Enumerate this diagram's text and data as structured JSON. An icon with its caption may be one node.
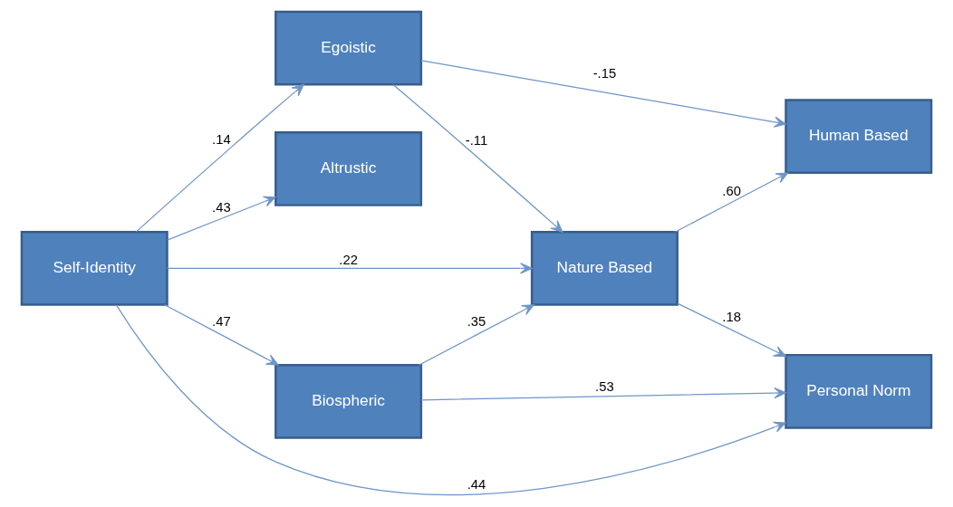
{
  "diagram": {
    "nodes": [
      {
        "text": [
          "Self-Identity"
        ]
      },
      {
        "text": [
          "Egoistic"
        ]
      },
      {
        "text": [
          "Altrustic"
        ]
      },
      {
        "text": [
          "Biospheric"
        ]
      },
      {
        "text": [
          "Nature Based"
        ]
      },
      {
        "text": [
          "Human Based"
        ]
      },
      {
        "text": [
          "Personal Norm"
        ]
      }
    ],
    "edges": [
      {
        "from": 0,
        "to": 1,
        "arrow": "to",
        "label": ".14"
      },
      {
        "from": 0,
        "to": 2,
        "arrow": "to",
        "label": ".43"
      },
      {
        "from": 0,
        "to": 3,
        "arrow": "to",
        "label": ".47"
      },
      {
        "from": 0,
        "to": 4,
        "arrow": "to",
        "label": ".22"
      },
      {
        "from": 0,
        "to": 6,
        "arrow": "to",
        "label": ".44"
      },
      {
        "from": 1,
        "to": 4,
        "arrow": "to",
        "label": "-.11"
      },
      {
        "from": 1,
        "to": 5,
        "arrow": "to",
        "label": "-.15"
      },
      {
        "from": 3,
        "to": 4,
        "arrow": "to",
        "label": ".35"
      },
      {
        "from": 3,
        "to": 6,
        "arrow": "to",
        "label": ".53"
      },
      {
        "from": 4,
        "to": 6,
        "arrow": "to",
        "label": ".18"
      },
      {
        "from": 4,
        "to": 5,
        "arrow": "to",
        "label": ".60"
      }
    ]
  }
}
